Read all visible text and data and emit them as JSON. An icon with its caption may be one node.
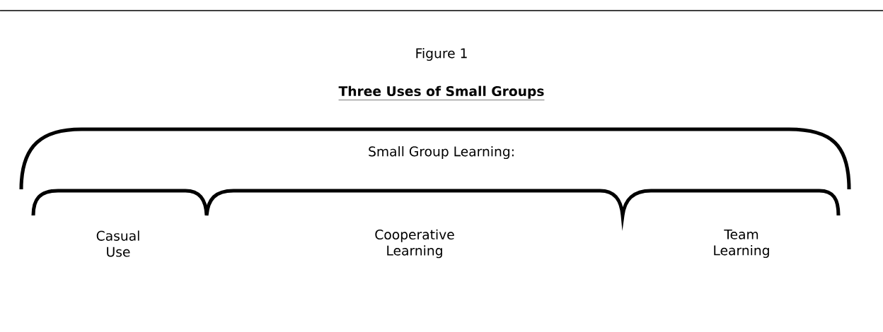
{
  "diagram": {
    "title": "Three Uses of Small Groups",
    "labels": [
      "Figure 1",
      "Small Group Learning:",
      "Casual Use",
      "Cooperative Learning",
      "Team Learning"
    ]
  }
}
